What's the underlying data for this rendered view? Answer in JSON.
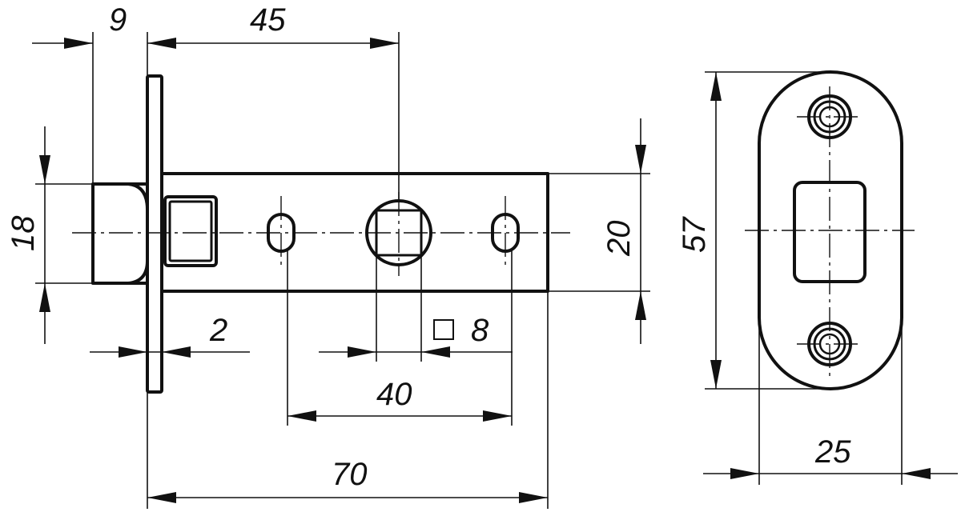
{
  "dimensions": {
    "d_9": "9",
    "d_45": "45",
    "d_18": "18",
    "d_20": "20",
    "d_2": "2",
    "d_square8": "8",
    "d_40": "40",
    "d_70": "70",
    "d_57": "57",
    "d_25": "25"
  },
  "colors": {
    "line": "#111111",
    "background": "#ffffff"
  },
  "icons": {
    "square_symbol": "square-section-icon"
  }
}
